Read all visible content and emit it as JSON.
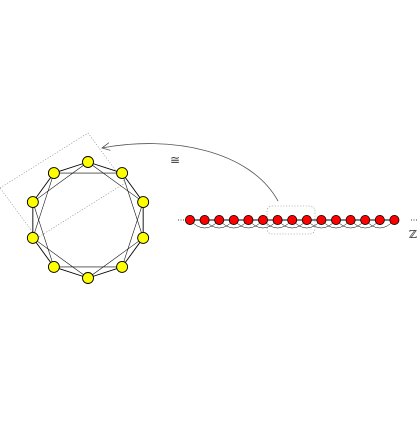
{
  "labels": {
    "isomorphism_symbol": "≅",
    "integers_symbol": "ℤ"
  },
  "cycle_graph": {
    "vertex_count": 10,
    "vertex_color": "#ffff00",
    "outer_edges": "consecutive",
    "chords": "skip-one"
  },
  "integer_line": {
    "vertex_count": 15,
    "vertex_color": "#ff0000",
    "continues_both_directions": true
  },
  "colors": {
    "edge": "#000000",
    "dotted_region": "#888888",
    "arrow": "#555555"
  }
}
